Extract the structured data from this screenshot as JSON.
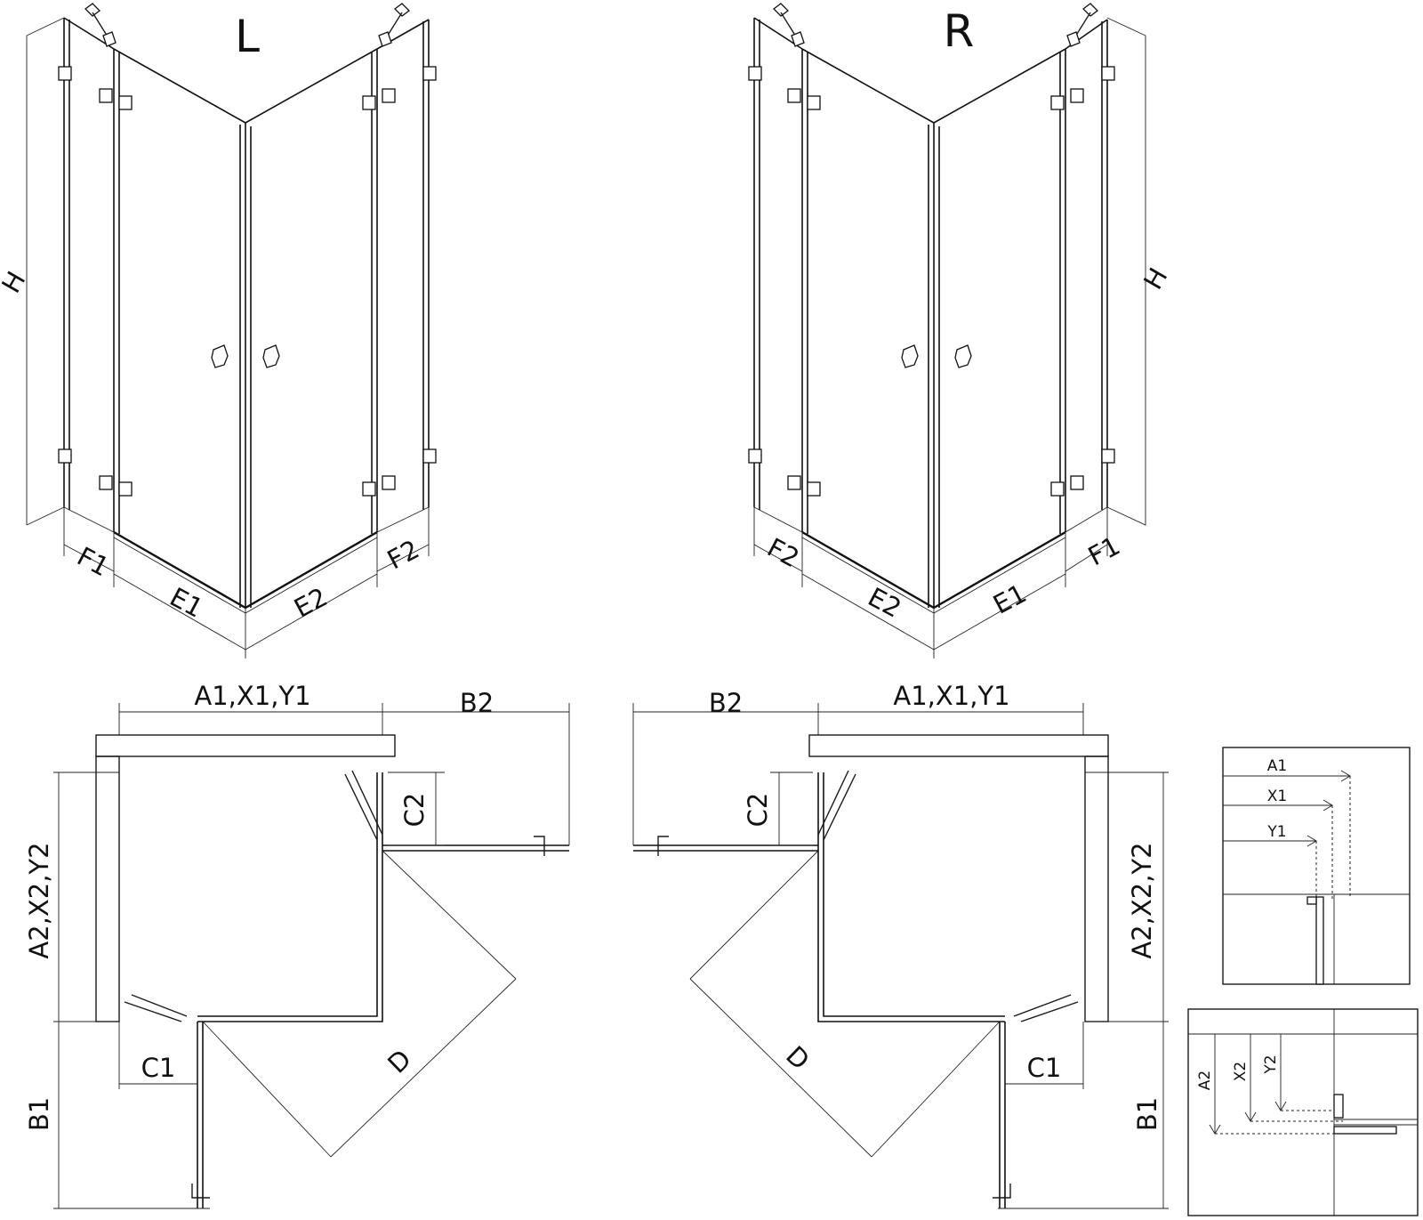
{
  "variants": {
    "left": "L",
    "right": "R"
  },
  "dimensions": {
    "height": "H",
    "fixed_left": "F1",
    "fixed_right": "F2",
    "door_left": "E1",
    "door_right": "E2",
    "width_set": "A1,X1,Y1",
    "depth_set": "A2,X2,Y2",
    "return_1": "B1",
    "return_2": "B2",
    "clearance_1": "C1",
    "clearance_2": "C2",
    "swing": "D"
  },
  "detail": {
    "a1": "A1",
    "x1": "X1",
    "y1": "Y1",
    "a2": "A2",
    "x2": "X2",
    "y2": "Y2"
  }
}
